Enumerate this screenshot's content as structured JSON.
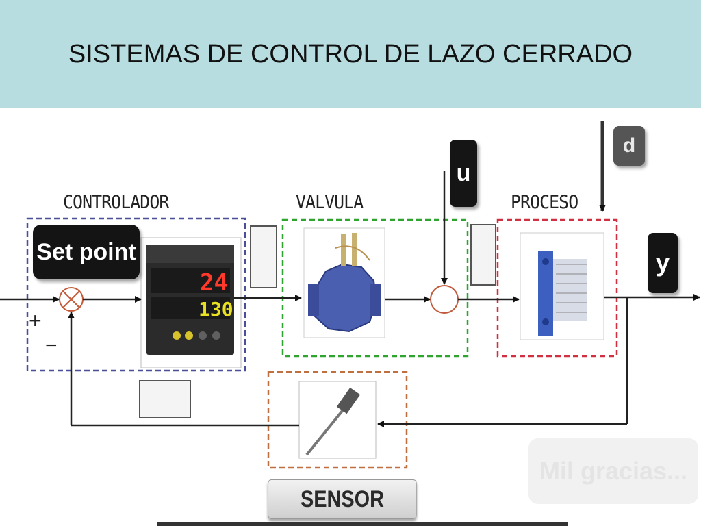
{
  "slide": {
    "title": "SISTEMAS DE CONTROL DE LAZO CERRADO"
  },
  "blocks": {
    "controlador": "CONTROLADOR",
    "valvula": "VALVULA",
    "proceso": "PROCESO",
    "sensor": "SENSOR"
  },
  "tags": {
    "setpoint": "Set point",
    "u": "u",
    "d": "d",
    "y": "y"
  },
  "signs": {
    "plus": "+",
    "minus": "−"
  },
  "controller_display": {
    "top_value": "24",
    "bottom_value": "130"
  },
  "watermark": "Mil gracias...",
  "colors": {
    "header_bg": "#b8dde0",
    "controlador_border": "#4a4f9a",
    "valvula_border": "#2fa52f",
    "proceso_border": "#d03040",
    "sensor_border": "#c07040",
    "summing_junction": "#c25a3a"
  }
}
